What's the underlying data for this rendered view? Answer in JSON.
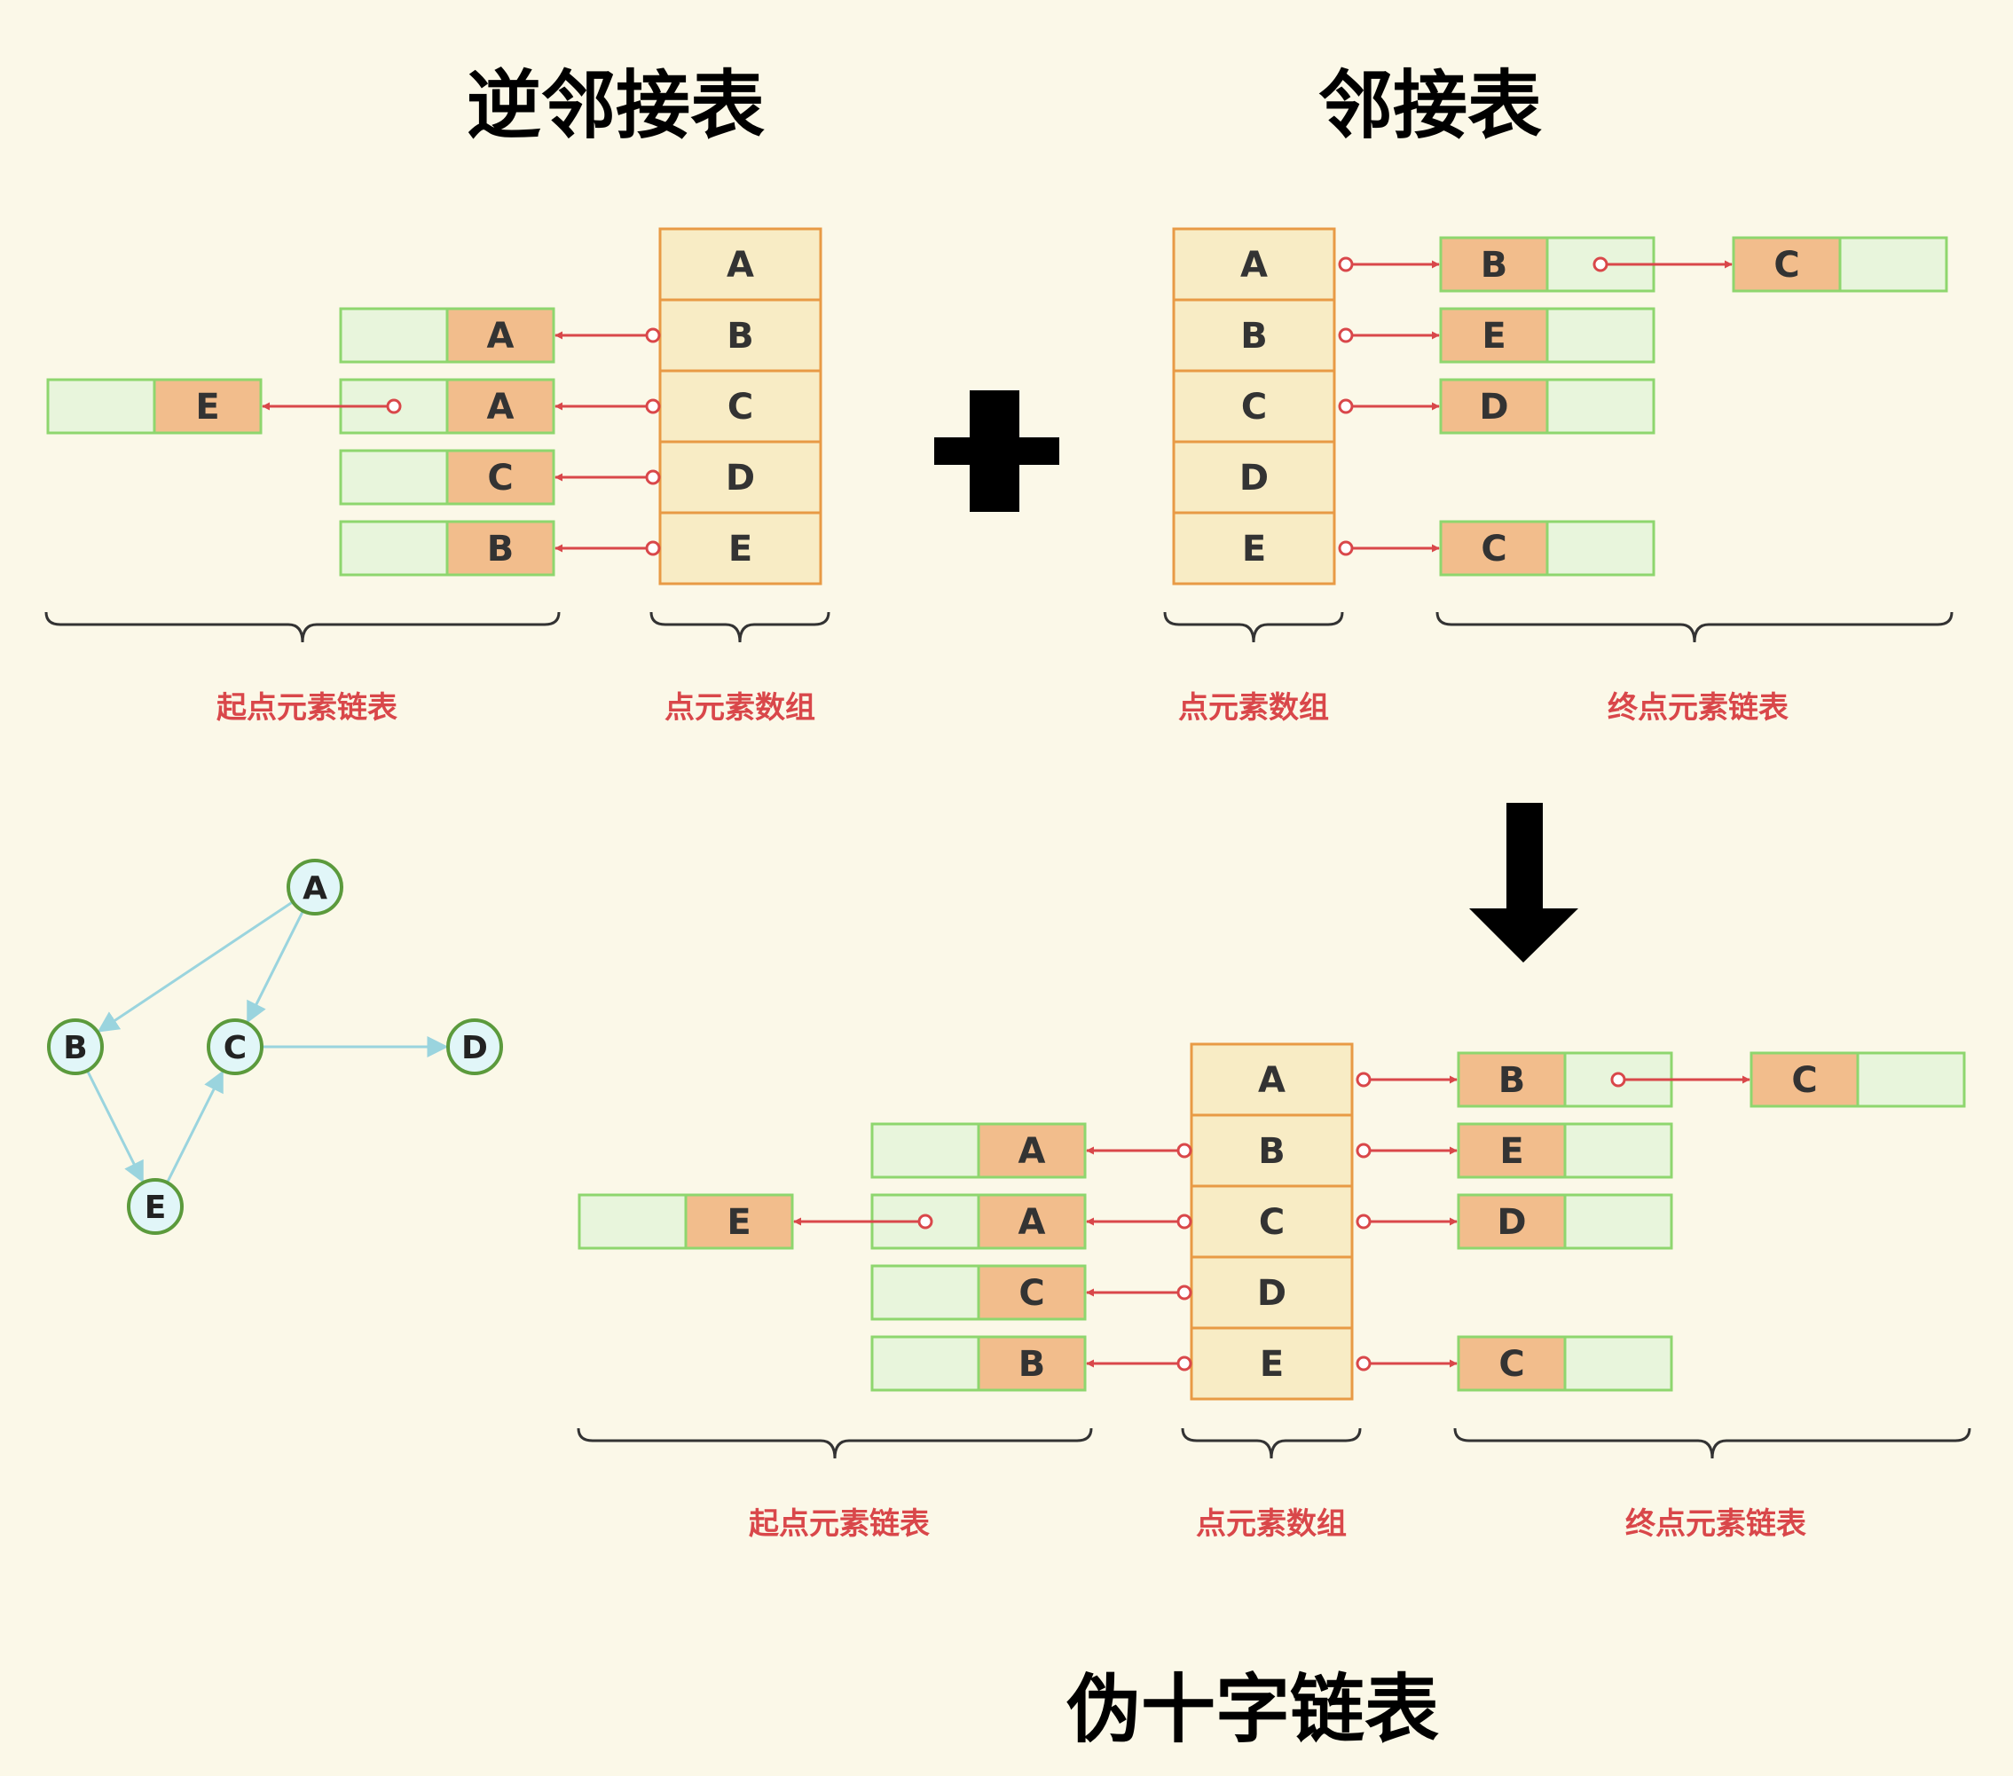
{
  "titles": {
    "inverse_adjacency": "逆邻接表",
    "adjacency": "邻接表",
    "pseudo_orthogonal": "伪十字链表"
  },
  "captions": {
    "start_list": "起点元素链表",
    "vertex_array": "点元素数组",
    "end_list": "终点元素链表"
  },
  "vertices": [
    "A",
    "B",
    "C",
    "D",
    "E"
  ],
  "inverse_adjacency_lists": [
    [],
    [
      "A"
    ],
    [
      "A",
      "E"
    ],
    [
      "C"
    ],
    [
      "B"
    ]
  ],
  "adjacency_lists": [
    [
      "B",
      "C"
    ],
    [
      "E"
    ],
    [
      "D"
    ],
    [],
    [
      "C"
    ]
  ],
  "graph": {
    "nodes": [
      "A",
      "B",
      "C",
      "D",
      "E"
    ],
    "edges": [
      [
        "A",
        "B"
      ],
      [
        "A",
        "C"
      ],
      [
        "B",
        "E"
      ],
      [
        "E",
        "C"
      ],
      [
        "C",
        "D"
      ]
    ]
  },
  "colors": {
    "background": "#fbf8e8",
    "vertex_cell_fill": "#f8ecc5",
    "vertex_cell_stroke": "#e89a45",
    "node_fill": "#f2bd8c",
    "node_stroke": "#8ed66e",
    "pointer_fill": "#e8f5dc",
    "arrow": "#d9474a",
    "caption": "#d9474a",
    "graph_edge": "#9ad4de",
    "graph_node_fill": "#e1f6f8",
    "graph_node_stroke": "#5b9a3c"
  },
  "symbols": {
    "plus": "plus-icon",
    "down_arrow": "arrow-down-icon"
  }
}
